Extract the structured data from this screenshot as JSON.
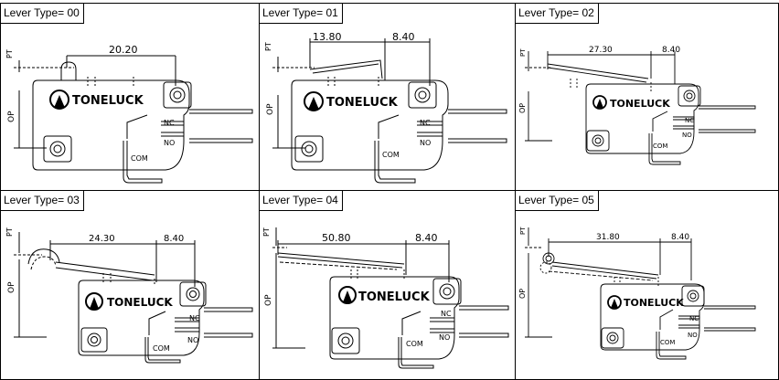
{
  "header_text": "",
  "panels": [
    {
      "label": "Lever Type= 00",
      "dim_a": "20.20",
      "dim_b": "",
      "brand": "TONELUCK",
      "pt": "PT",
      "op": "OP",
      "nc": "NC",
      "no": "NO",
      "com": "COM",
      "lever": "00"
    },
    {
      "label": "Lever Type= 01",
      "dim_a": "13.80",
      "dim_b": "8.40",
      "brand": "TONELUCK",
      "pt": "PT",
      "op": "OP",
      "nc": "NC",
      "no": "NO",
      "com": "COM",
      "lever": "01"
    },
    {
      "label": "Lever Type= 02",
      "dim_a": "27.30",
      "dim_b": "8.40",
      "brand": "TONELUCK",
      "pt": "PT",
      "op": "OP",
      "nc": "NC",
      "no": "NO",
      "com": "COM",
      "lever": "02"
    },
    {
      "label": "Lever Type= 03",
      "dim_a": "24.30",
      "dim_b": "8.40",
      "brand": "TONELUCK",
      "pt": "PT",
      "op": "OP",
      "nc": "NC",
      "no": "NO",
      "com": "COM",
      "lever": "03"
    },
    {
      "label": "Lever Type= 04",
      "dim_a": "50.80",
      "dim_b": "8.40",
      "brand": "TONELUCK",
      "pt": "PT",
      "op": "OP",
      "nc": "NC",
      "no": "NO",
      "com": "COM",
      "lever": "04"
    },
    {
      "label": "Lever Type= 05",
      "dim_a": "31.80",
      "dim_b": "8.40",
      "brand": "TONELUCK",
      "pt": "PT",
      "op": "OP",
      "nc": "NC",
      "no": "NO",
      "com": "COM",
      "lever": "05"
    }
  ]
}
